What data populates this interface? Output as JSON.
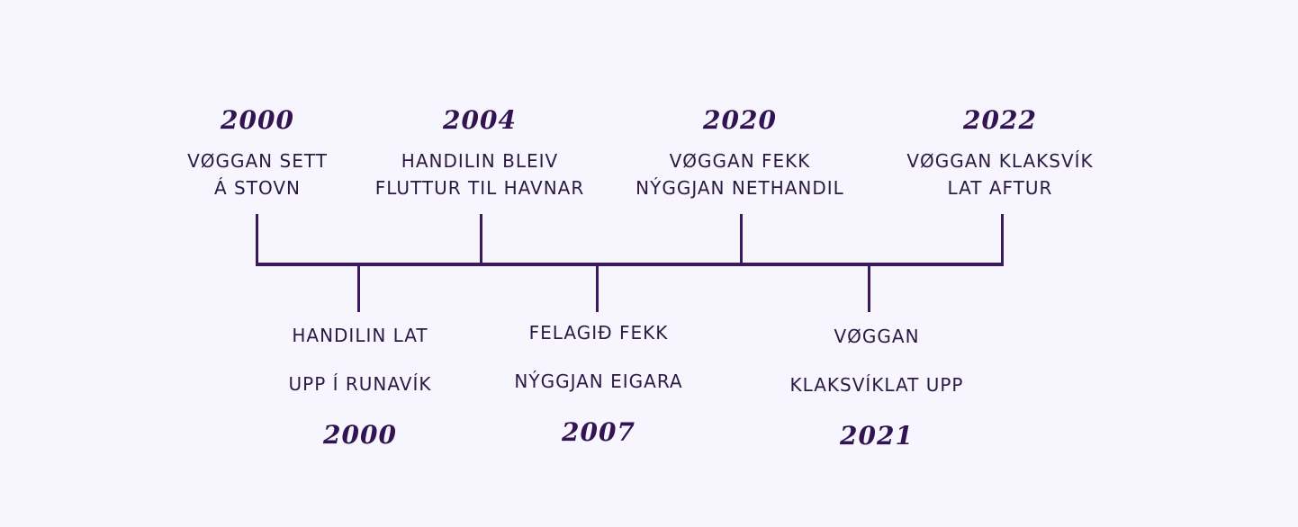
{
  "colors": {
    "background": "#f7f5fd",
    "line": "#3a1a5e",
    "year_text": "#331453",
    "desc_text": "#2b1a44"
  },
  "top_events": [
    {
      "year": "2000",
      "desc_line1": "VØGGAN SETT",
      "desc_line2": "Á STOVN"
    },
    {
      "year": "2004",
      "desc_line1": "HANDILIN BLEIV",
      "desc_line2": "FLUTTUR TIL HAVNAR"
    },
    {
      "year": "2020",
      "desc_line1": "VØGGAN FEKK",
      "desc_line2": "NÝGGJAN NETHANDIL"
    },
    {
      "year": "2022",
      "desc_line1": "VØGGAN KLAKSVÍK",
      "desc_line2": "LAT AFTUR"
    }
  ],
  "bottom_events": [
    {
      "year": "2000",
      "desc_line1": "HANDILIN LAT",
      "desc_line2": "UPP Í RUNAVÍK"
    },
    {
      "year": "2007",
      "desc_line1": "FELAGIÐ FEKK",
      "desc_line2": "NÝGGJAN EIGARA"
    },
    {
      "year": "2021",
      "desc_line1": "VØGGAN",
      "desc_line2": "KLAKSVÍKLAT UPP"
    }
  ]
}
